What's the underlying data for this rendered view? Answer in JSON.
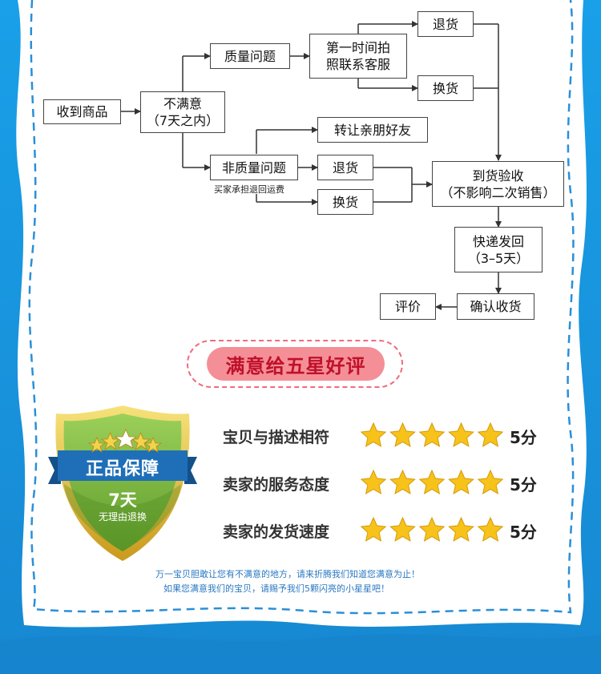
{
  "flow": {
    "receive": "收到商品",
    "dissatisfied": "不满意\n（7天之内）",
    "quality_issue": "质量问题",
    "contact_cs": "第一时间拍\n照联系客服",
    "return_top": "退货",
    "exchange_top": "换货",
    "non_quality": "非质量问题",
    "buyer_pays": "买家承担退回运费",
    "transfer": "转让亲朋好友",
    "return_mid": "退货",
    "exchange_mid": "换货",
    "arrival_check": "到货验收\n（不影响二次销售）",
    "express_back": "快递发回\n（3–5天）",
    "confirm_receipt": "确认收货",
    "review": "评价"
  },
  "banner": {
    "text": "满意给五星好评"
  },
  "badge": {
    "title": "正品保障",
    "days": "7天",
    "subtitle": "无理由退换",
    "ribbon_color": "#1f6fb8",
    "shield_color": "#7cb342"
  },
  "ratings": [
    {
      "label": "宝贝与描述相符",
      "stars": 5,
      "score": "5分"
    },
    {
      "label": "卖家的服务态度",
      "stars": 5,
      "score": "5分"
    },
    {
      "label": "卖家的发货速度",
      "stars": 5,
      "score": "5分"
    }
  ],
  "footer": {
    "line1": "万一宝贝胆敢让您有不满意的地方，请来折腾我们知道您满意为止！",
    "line2": "如果您满意我们的宝贝，请赐予我们5颗闪亮的小星星吧！"
  },
  "colors": {
    "background": "#1a8fd6",
    "card": "#ffffff",
    "dash": "#2a8fd8",
    "star": "#f7c21a",
    "banner": "#f48f97"
  }
}
